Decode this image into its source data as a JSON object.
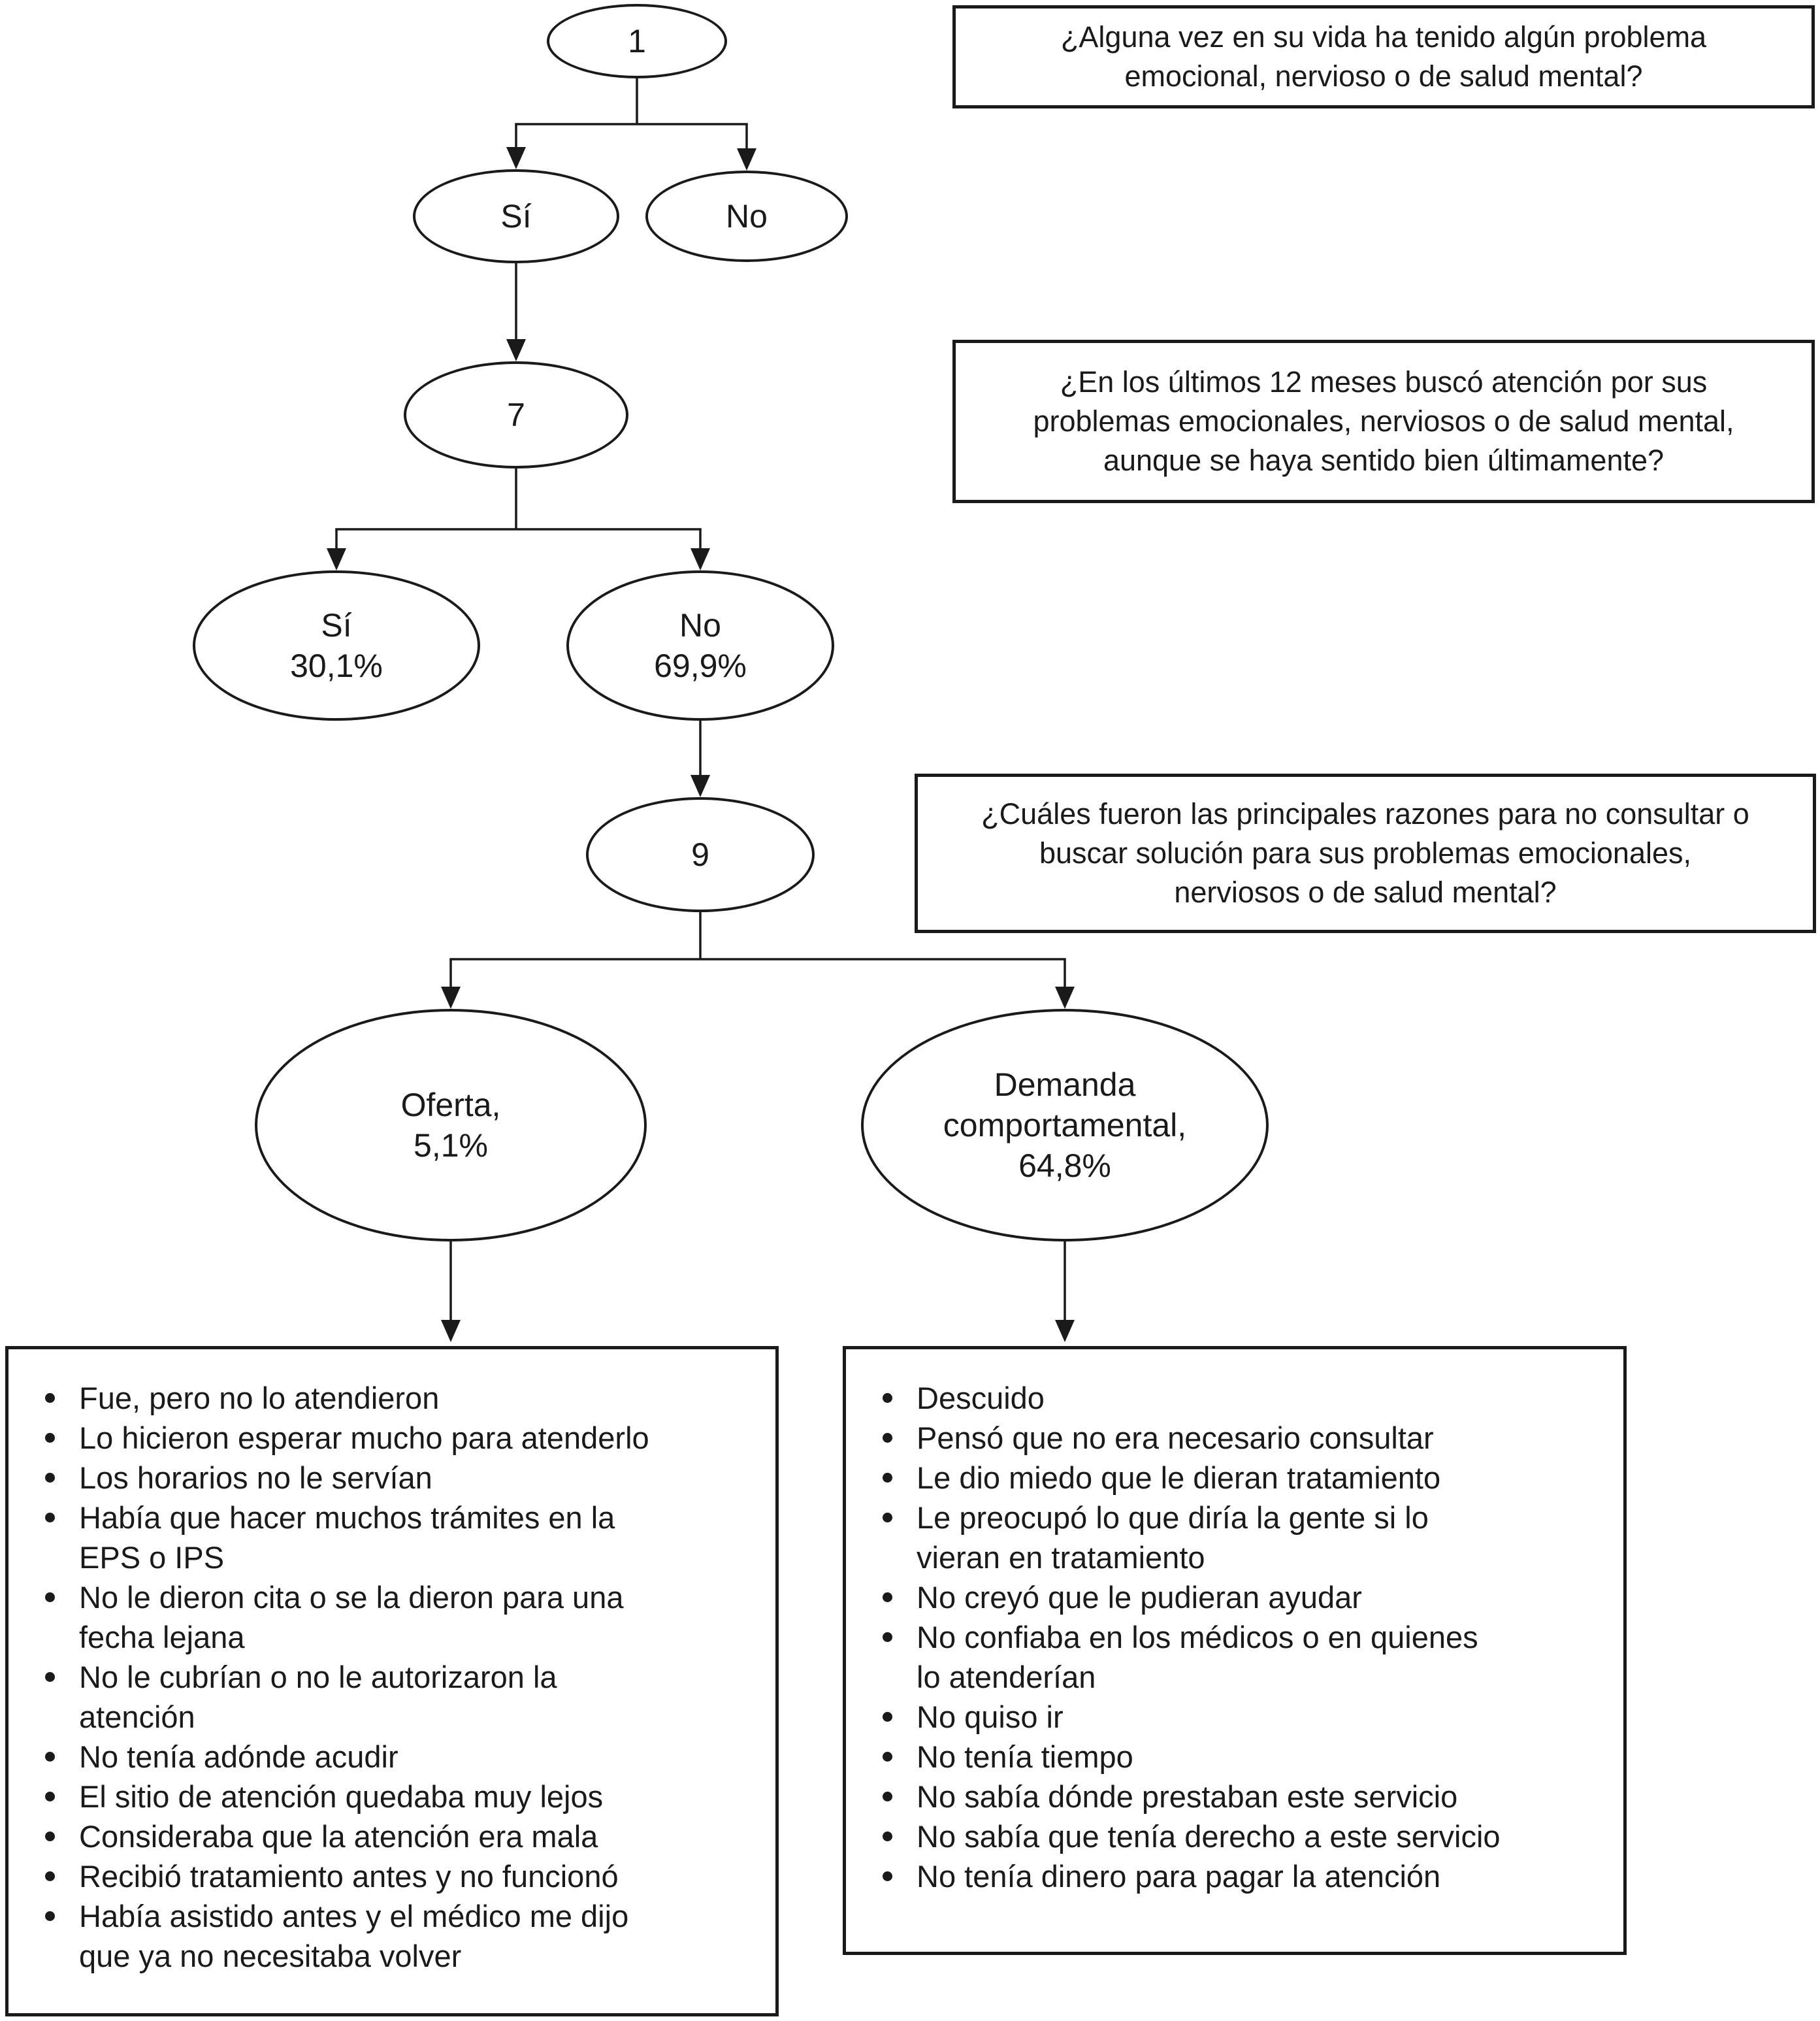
{
  "diagram": {
    "colors": {
      "ink": "#1a1a1a",
      "background": "#ffffff"
    },
    "nodes": {
      "q1_id": "1",
      "q1_yes": "Sí",
      "q1_no": "No",
      "q7_id": "7",
      "q7_yes": "Sí\n30,1%",
      "q7_no": "No\n69,9%",
      "q9_id": "9",
      "offer": "Oferta,\n5,1%",
      "demand": "Demanda\ncomportamental,\n64,8%"
    },
    "questions": {
      "q1": "¿Alguna vez en su vida ha tenido algún problema\nemocional, nervioso o de salud mental?",
      "q7": "¿En los últimos 12 meses buscó atención por sus\nproblemas emocionales, nerviosos o de salud mental,\naunque se haya sentido bien últimamente?",
      "q9": "¿Cuáles fueron las principales razones para no consultar o\nbuscar solución para sus problemas emocionales,\nnerviosos o de salud mental?"
    },
    "offer_reasons": [
      "Fue, pero no lo atendieron",
      "Lo hicieron esperar mucho para atenderlo",
      "Los horarios no le servían",
      "Había que hacer muchos trámites en la\nEPS o IPS",
      "No le dieron cita o se la dieron para una\nfecha lejana",
      "No le cubrían o no le autorizaron la\natención",
      "No tenía adónde acudir",
      "El sitio de atención quedaba muy lejos",
      "Consideraba que la atención era mala",
      "Recibió tratamiento antes y no funcionó",
      "Había asistido antes y el médico me dijo\nque ya no necesitaba volver"
    ],
    "demand_reasons": [
      "Descuido",
      "Pensó que no era necesario consultar",
      "Le dio miedo que le dieran tratamiento",
      "Le preocupó lo que diría la gente si lo\nvieran en tratamiento",
      "No creyó que le pudieran ayudar",
      "No confiaba en los médicos o en quienes\nlo atenderían",
      "No quiso ir",
      "No tenía tiempo",
      "No sabía dónde prestaban este servicio",
      "No sabía que tenía derecho a este servicio",
      "No tenía dinero para pagar la atención"
    ]
  }
}
